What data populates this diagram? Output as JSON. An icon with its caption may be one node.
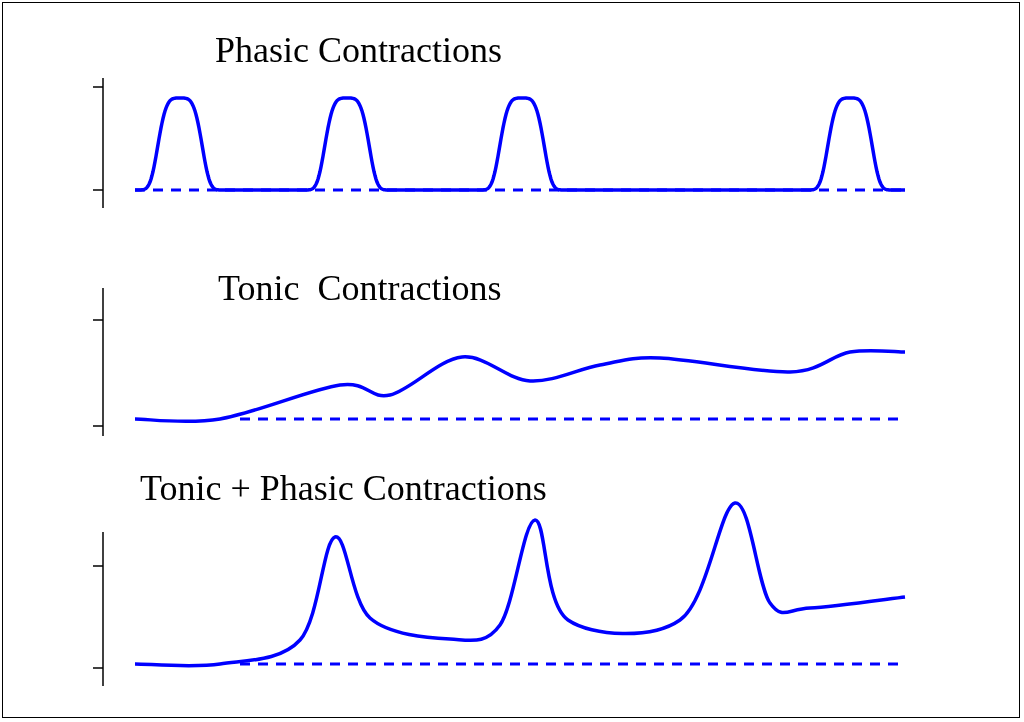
{
  "diagram": {
    "labels": [
      "Phasic Contractions",
      "Tonic  Contractions",
      "Tonic + Phasic Contractions"
    ]
  }
}
